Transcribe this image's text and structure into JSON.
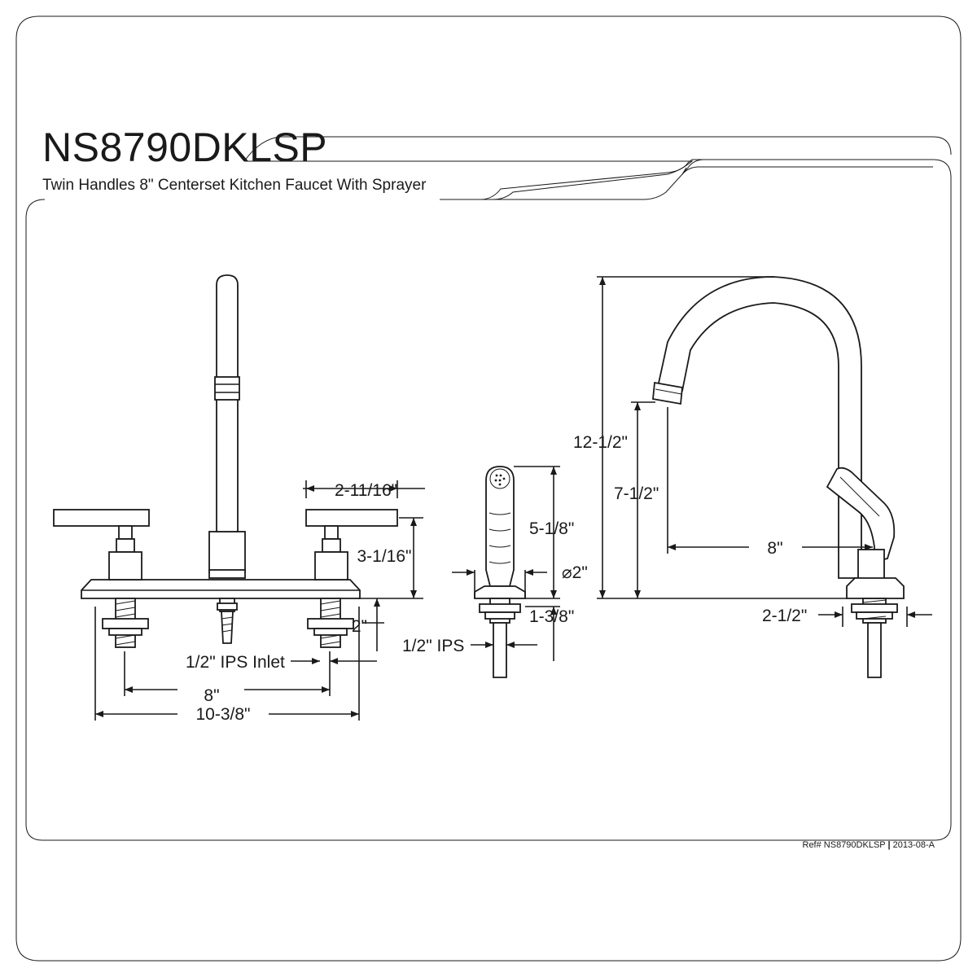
{
  "header": {
    "model": "NS8790DKLSP",
    "description": "Twin Handles 8\" Centerset Kitchen Faucet With Sprayer"
  },
  "dimensions": {
    "handle_width": "2-11/16\"",
    "handle_height": "3-1/16\"",
    "shank_length": "2\"",
    "inlet": "1/2\" IPS Inlet",
    "center_spacing": "8\"",
    "overall_width": "10-3/8\"",
    "sprayer_height": "5-1/8\"",
    "sprayer_base_dia": "⌀2\"",
    "sprayer_shank": "1-3/8\"",
    "sprayer_thread": "1/2\" IPS",
    "total_height": "12-1/2\"",
    "spout_clearance": "7-1/2\"",
    "spout_reach": "8\"",
    "base_depth": "2-1/2\""
  },
  "footer": {
    "ref_label": "Ref# NS8790DKLSP",
    "revision": "2013-08-A"
  },
  "colors": {
    "line": "#1a1a1a",
    "background": "#ffffff"
  }
}
